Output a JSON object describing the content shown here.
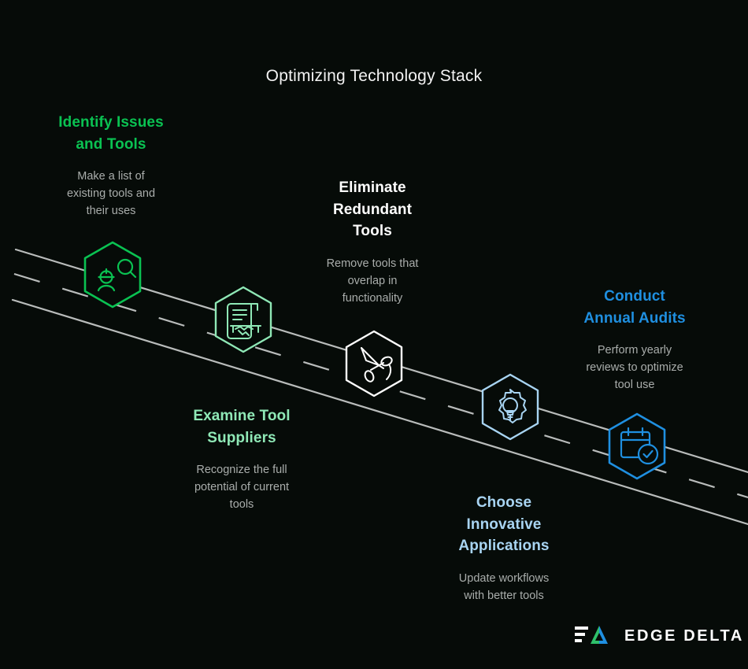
{
  "title": "Optimizing Technology Stack",
  "colors": {
    "background": "#060b08",
    "road_line": "#b9bcbb",
    "body_text": "#a9adab",
    "green": "#0ac252",
    "mint": "#8fe8b6",
    "white": "#ffffff",
    "light_blue": "#a8d4f2",
    "blue": "#1f8fe0",
    "logo_green": "#2ec06a",
    "logo_blue": "#1f8fe0"
  },
  "steps": [
    {
      "id": "identify-issues-and-tools",
      "heading": "Identify Issues\nand Tools",
      "body": "Make a list of\nexisting tools and\ntheir uses",
      "color": "#0ac252",
      "icon": "user-search-icon"
    },
    {
      "id": "examine-tool-suppliers",
      "heading": "Examine Tool\nSuppliers",
      "body": "Recognize the full\npotential of current\ntools",
      "color": "#8fe8b6",
      "icon": "document-handshake-icon"
    },
    {
      "id": "eliminate-redundant-tools",
      "heading": "Eliminate\nRedundant\nTools",
      "body": "Remove tools that\noverlap in\nfunctionality",
      "color": "#ffffff",
      "icon": "scissors-cut-icon"
    },
    {
      "id": "choose-innovative-applications",
      "heading": "Choose\nInnovative\nApplications",
      "body": "Update workflows\nwith better tools",
      "color": "#a8d4f2",
      "icon": "gear-lightbulb-icon"
    },
    {
      "id": "conduct-annual-audits",
      "heading": "Conduct\nAnnual Audits",
      "body": "Perform yearly\nreviews to optimize\ntool use",
      "color": "#1f8fe0",
      "icon": "calendar-check-icon"
    }
  ],
  "logo": {
    "text": "EDGE DELTA",
    "mark": "edge-delta-mark"
  }
}
